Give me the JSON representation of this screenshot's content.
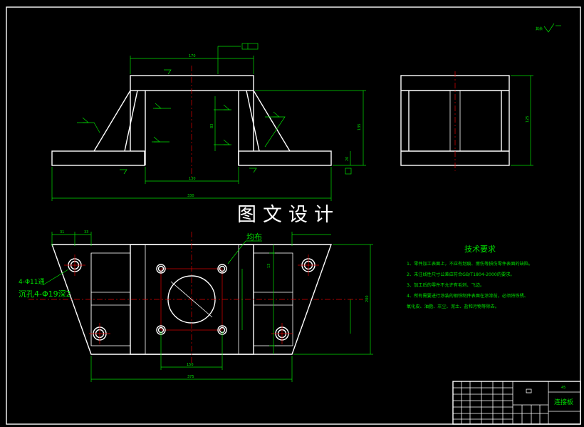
{
  "watermark": "图文设计",
  "dimensions": {
    "top_width": "170",
    "base_width": "330",
    "inner_width": "130",
    "height": "135",
    "plate": "20",
    "sub_height": "83",
    "side_height": "125",
    "overall_bottom": "375",
    "hole_span": "150",
    "offset_31": "31",
    "offset_33": "33",
    "bottom_right": "200",
    "left_tick": "13"
  },
  "hole_callout": {
    "line1": "4-Φ11通",
    "line2": "沉孔4-Φ19深2"
  },
  "distribution_note": "均布",
  "tech_requirements": {
    "title": "技术要求",
    "items": [
      "1、零件加工表面上，不应有划痕、擦伤等损伤零件表面的缺陷。",
      "2、未注线性尺寸公差应符合GB/T1804-2000的要求。",
      "3、加工后的零件不允许有毛刺、飞边。",
      "4、所有需要进行涂装的钢铁制件表面在涂漆前，必须将铁锈、氧化皮、油脂、灰尘、泥土、盐和污物等除去。"
    ]
  },
  "title_block": {
    "part_name": "连接板",
    "material": "45"
  },
  "roughness_mark": "其余"
}
